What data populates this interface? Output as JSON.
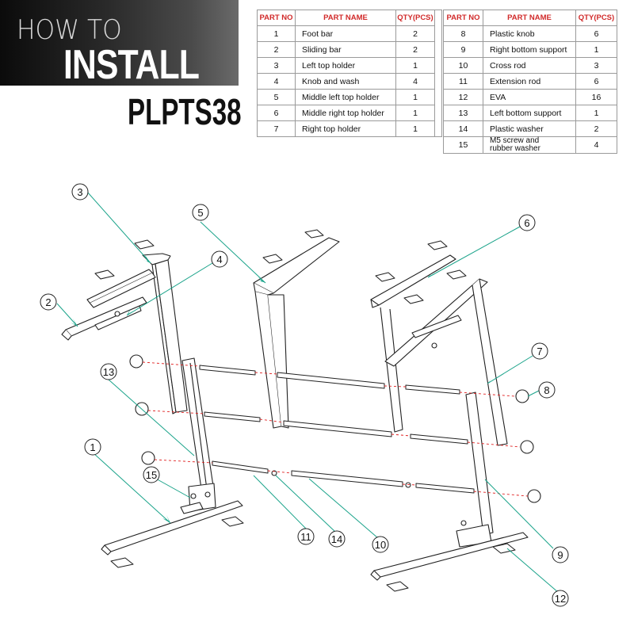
{
  "header": {
    "line1": "HOW TO",
    "line2": "INSTALL",
    "model": "PLPTS38"
  },
  "parts_table": {
    "headers": {
      "no": "PART NO",
      "name": "PART NAME",
      "qty": "QTY(PCS)"
    },
    "left_rows": [
      {
        "no": "1",
        "name": "Foot bar",
        "qty": "2"
      },
      {
        "no": "2",
        "name": "Sliding bar",
        "qty": "2"
      },
      {
        "no": "3",
        "name": "Left top holder",
        "qty": "1"
      },
      {
        "no": "4",
        "name": "Knob and wash",
        "qty": "4"
      },
      {
        "no": "5",
        "name": "Middle left top holder",
        "qty": "1"
      },
      {
        "no": "6",
        "name": "Middle right top holder",
        "qty": "1"
      },
      {
        "no": "7",
        "name": "Right top holder",
        "qty": "1"
      }
    ],
    "right_rows": [
      {
        "no": "8",
        "name": "Plastic knob",
        "qty": "6"
      },
      {
        "no": "9",
        "name": "Right bottom support",
        "qty": "1"
      },
      {
        "no": "10",
        "name": "Cross rod",
        "qty": "3"
      },
      {
        "no": "11",
        "name": "Extension rod",
        "qty": "6"
      },
      {
        "no": "12",
        "name": "EVA",
        "qty": "16"
      },
      {
        "no": "13",
        "name": "Left bottom support",
        "qty": "1"
      },
      {
        "no": "14",
        "name": "Plastic washer",
        "qty": "2"
      },
      {
        "no": "15",
        "name_line1": "M5 screw and",
        "name_line2": "rubber washer",
        "qty": "4"
      }
    ]
  },
  "callouts": [
    "1",
    "2",
    "3",
    "4",
    "5",
    "6",
    "7",
    "8",
    "9",
    "10",
    "11",
    "12",
    "13",
    "14",
    "15"
  ],
  "colors": {
    "title_red": "#d12a2a",
    "leader_teal": "#1aa38a",
    "axis_red": "#e02020",
    "line": "#222222"
  }
}
